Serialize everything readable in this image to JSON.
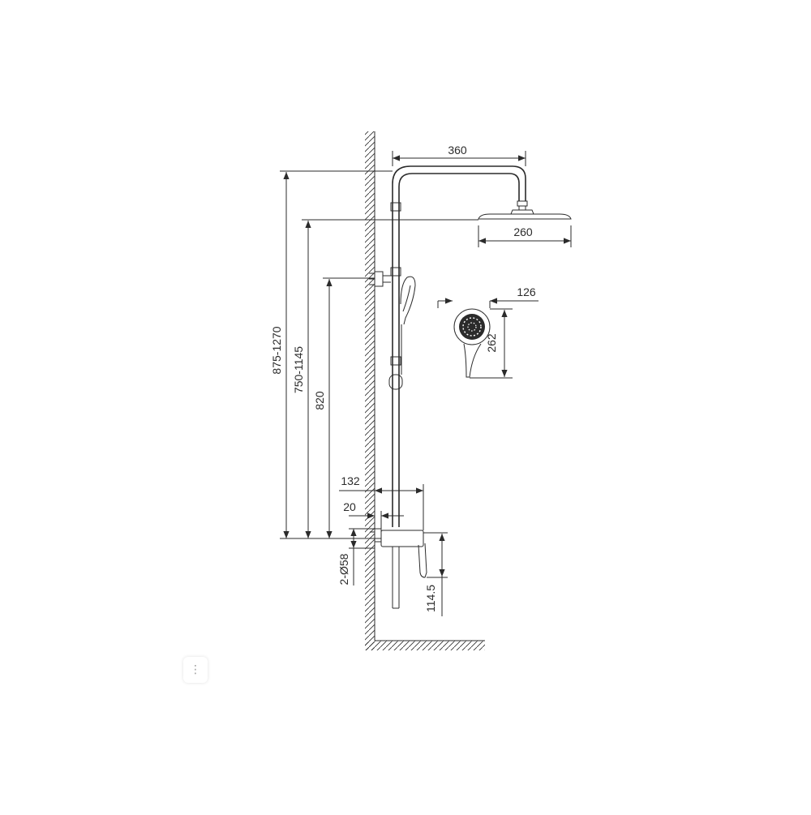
{
  "dimensions": {
    "overall_height": "875-1270",
    "head_height": "750-1145",
    "holder_height": "820",
    "arm_length": "360",
    "head_diameter": "260",
    "hand_shower_width": "126",
    "hand_shower_height": "262",
    "mixer_projection": "132",
    "wall_offset": "20",
    "inlet_connections": "2-Ø58",
    "mixer_height": "114.5"
  },
  "controls": {
    "more_icon": "⋮"
  },
  "colors": {
    "line": "#2b2b2b",
    "background": "#ffffff"
  }
}
